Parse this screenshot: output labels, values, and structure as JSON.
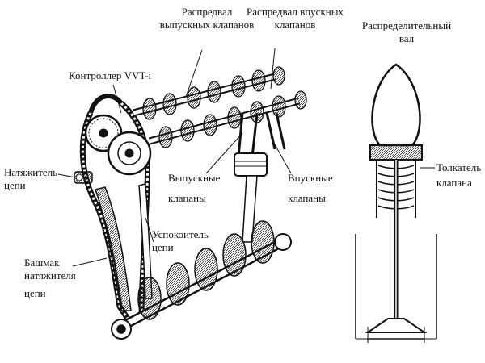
{
  "labels": {
    "exhaust_camshaft": [
      "Распредвал",
      "выпускных клапанов"
    ],
    "intake_camshaft": [
      "Распредвал впускных",
      "клапанов"
    ],
    "camshaft": [
      "Распределительный",
      "вал"
    ],
    "vvti_controller": "Контроллер VVT-i",
    "chain_tensioner": [
      "Натяжитель",
      "цепи"
    ],
    "exhaust_valves": [
      "Выпускные",
      "клапаны"
    ],
    "intake_valves": [
      "Впускные",
      "клапаны"
    ],
    "valve_lifter": [
      "Толкатель",
      "клапана"
    ],
    "chain_damper": [
      "Успокоитель",
      "цепи"
    ],
    "tensioner_shoe": [
      "Башмак",
      "натяжителя",
      "цепи"
    ]
  },
  "colors": {
    "ink": "#111111",
    "paper": "#ffffff",
    "shade": "#9a9a9a"
  }
}
